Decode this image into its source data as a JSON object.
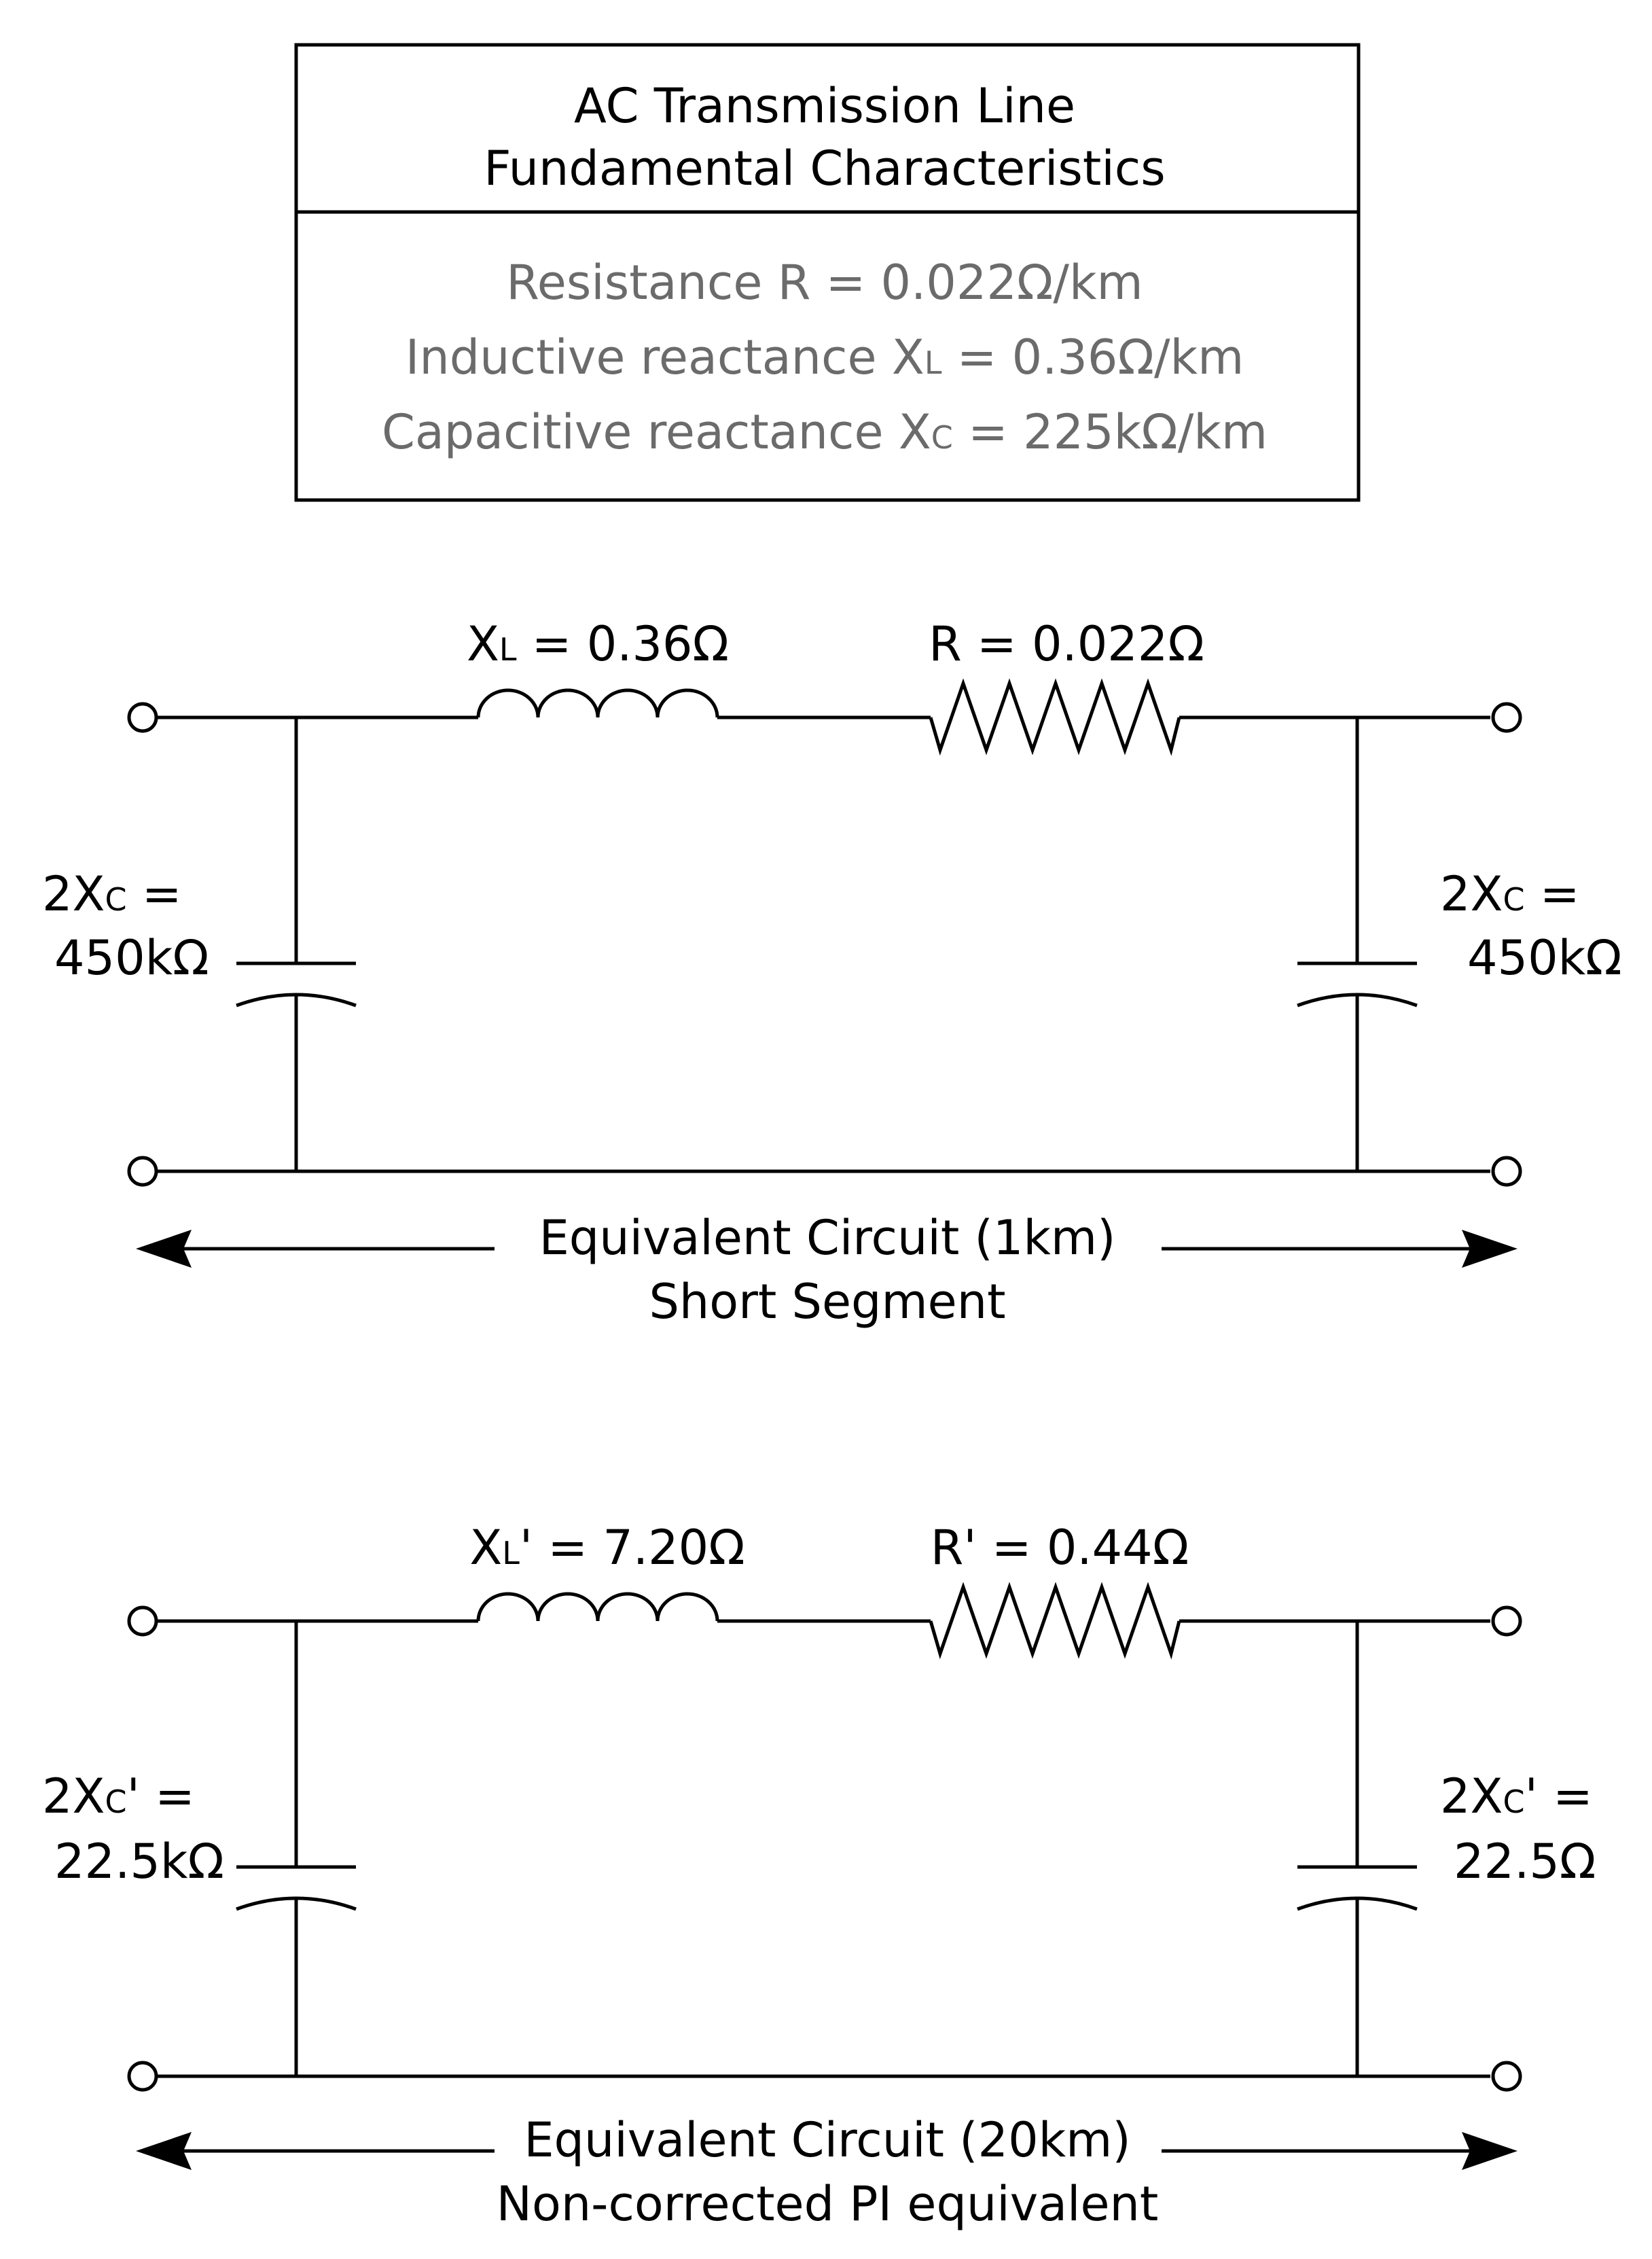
{
  "header": {
    "title_line1": "AC Transmission Line",
    "title_line2": "Fundamental Characteristics",
    "resistance": {
      "pre": "Resistance R = 0.022Ω/km"
    },
    "inductive": {
      "pre": "Inductive reactance X",
      "sub": "L",
      "post": " = 0.36Ω/km"
    },
    "capacitive": {
      "pre": "Capacitive reactance X",
      "sub": "C",
      "post": " = 225kΩ/km"
    }
  },
  "circuit1": {
    "inductor": {
      "pre": "X",
      "sub": "L",
      "post": " = 0.36Ω"
    },
    "resistor": {
      "pre": "R = 0.022Ω"
    },
    "cap_left": {
      "pre": "2X",
      "sub": "C",
      "post": " =",
      "value": "450kΩ"
    },
    "cap_right": {
      "pre": "2X",
      "sub": "C",
      "post": " =",
      "value": "450kΩ"
    },
    "caption_line1": "Equivalent Circuit (1km)",
    "caption_line2": "Short Segment"
  },
  "circuit2": {
    "inductor": {
      "pre": "X",
      "sub": "L",
      "post": "' = 7.20Ω"
    },
    "resistor": {
      "pre": "R' = 0.44Ω"
    },
    "cap_left": {
      "pre": "2X",
      "sub": "C",
      "post": "' =",
      "value": "22.5kΩ"
    },
    "cap_right": {
      "pre": "2X",
      "sub": "C",
      "post": "' =",
      "value": "22.5Ω"
    },
    "caption_line1": "Equivalent Circuit (20km)",
    "caption_line2": "Non-corrected PI equivalent"
  }
}
